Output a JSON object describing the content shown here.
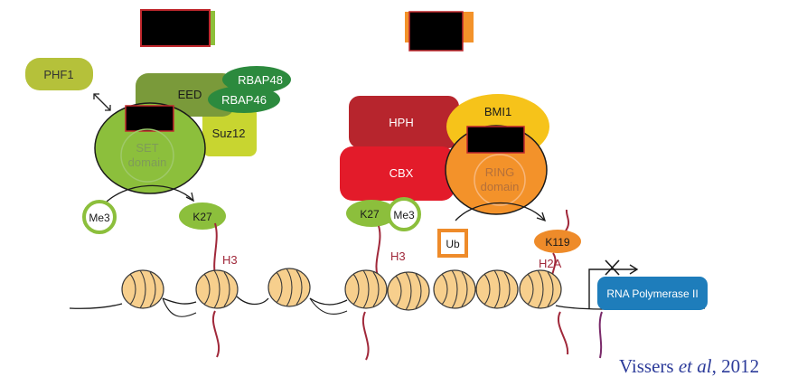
{
  "prc2": {
    "phf1": "PHF1",
    "eed": "EED",
    "rbap48": "RBAP48",
    "rbap46": "RBAP46",
    "suz12": "Suz12",
    "set_line1": "SET",
    "set_line2": "domain",
    "me3": "Me3",
    "k27": "K27",
    "h3": "H3"
  },
  "prc1": {
    "hph": "HPH",
    "cbx": "CBX",
    "bmi1": "BMI1",
    "ring_line1": "RING",
    "ring_line2": "domain",
    "k27": "K27",
    "me3": "Me3",
    "h3": "H3",
    "ub": "Ub",
    "k119": "K119",
    "h2a": "H2A"
  },
  "polymerase": "RNA Polymerase II",
  "citation": {
    "authors": "Vissers ",
    "etal": "et al",
    "year": ", 2012"
  },
  "colors": {
    "phf1": "#b5c13a",
    "eed": "#7a9a3a",
    "rbap": "#2c8a3e",
    "suz12": "#c8d530",
    "ezh2": "#8cbf3c",
    "hph": "#b7252d",
    "cbx": "#e31b2a",
    "bmi1": "#f6c31a",
    "ring": "#f3922a",
    "k119": "#ee8b2a",
    "nucleosome": "#f7cf8d",
    "histone_tail": "#a0283a",
    "polymerase": "#1e7dbb",
    "citation": "#2c3b9a"
  }
}
